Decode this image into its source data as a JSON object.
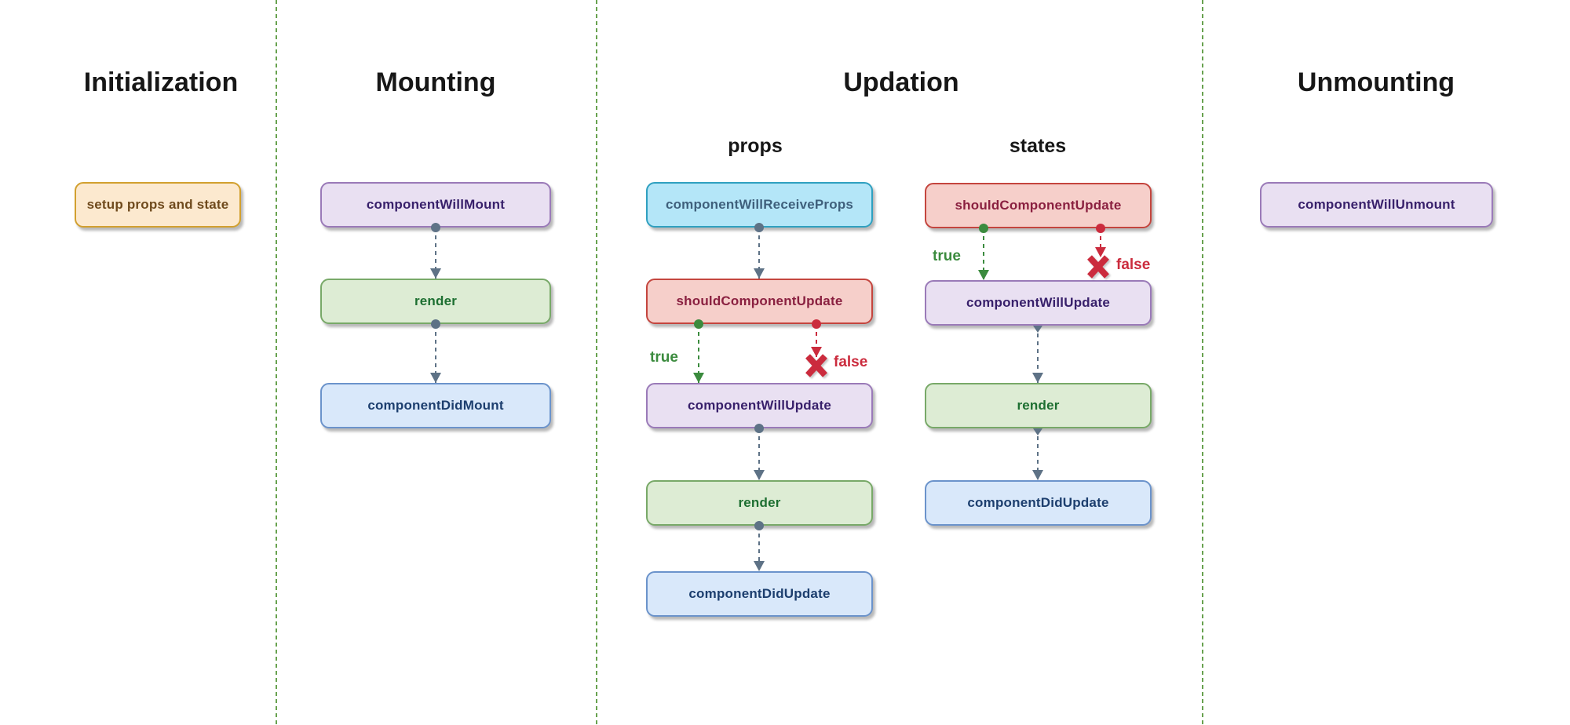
{
  "diagram_type": "react-component-lifecycle-flowchart",
  "sections": {
    "initialization": {
      "title": "Initialization"
    },
    "mounting": {
      "title": "Mounting"
    },
    "updation": {
      "title": "Updation",
      "props_label": "props",
      "states_label": "states"
    },
    "unmounting": {
      "title": "Unmounting"
    }
  },
  "nodes": {
    "setup": {
      "label": "setup props and state"
    },
    "will_mount": {
      "label": "componentWillMount"
    },
    "render_mount": {
      "label": "render"
    },
    "did_mount": {
      "label": "componentDidMount"
    },
    "will_receive_props": {
      "label": "componentWillReceiveProps"
    },
    "should_update_props": {
      "label": "shouldComponentUpdate"
    },
    "will_update_props": {
      "label": "componentWillUpdate"
    },
    "render_props": {
      "label": "render"
    },
    "did_update_props": {
      "label": "componentDidUpdate"
    },
    "should_update_states": {
      "label": "shouldComponentUpdate"
    },
    "will_update_states": {
      "label": "componentWillUpdate"
    },
    "render_states": {
      "label": "render"
    },
    "did_update_states": {
      "label": "componentDidUpdate"
    },
    "will_unmount": {
      "label": "componentWillUnmount"
    }
  },
  "branches": {
    "props_true": {
      "label": "true"
    },
    "props_false": {
      "label": "false"
    },
    "states_true": {
      "label": "true"
    },
    "states_false": {
      "label": "false"
    }
  },
  "colors": {
    "background": "#ffffff",
    "divider_green": "#68a24f",
    "connector_gray": "#5e7286",
    "true_green": "#3b8b3e",
    "false_red": "#cb2b3d",
    "node_orange_fill": "#fce9cf",
    "node_orange_border": "#d2a02f",
    "node_orange_text": "#6f4a1d",
    "node_purple_fill": "#e9e0f2",
    "node_purple_border": "#9a7ab8",
    "node_purple_text": "#38206b",
    "node_green_fill": "#ddecd4",
    "node_green_border": "#78a968",
    "node_green_text": "#1d6f31",
    "node_blue_fill": "#d9e8fa",
    "node_blue_border": "#6b93cb",
    "node_blue_text": "#1c3e6e",
    "node_cyan_fill": "#b4e6f8",
    "node_cyan_border": "#2fa0c0",
    "node_cyan_text": "#3f607c",
    "node_red_fill": "#f6cfca",
    "node_red_border": "#c4453e",
    "node_red_text": "#8a2040"
  }
}
